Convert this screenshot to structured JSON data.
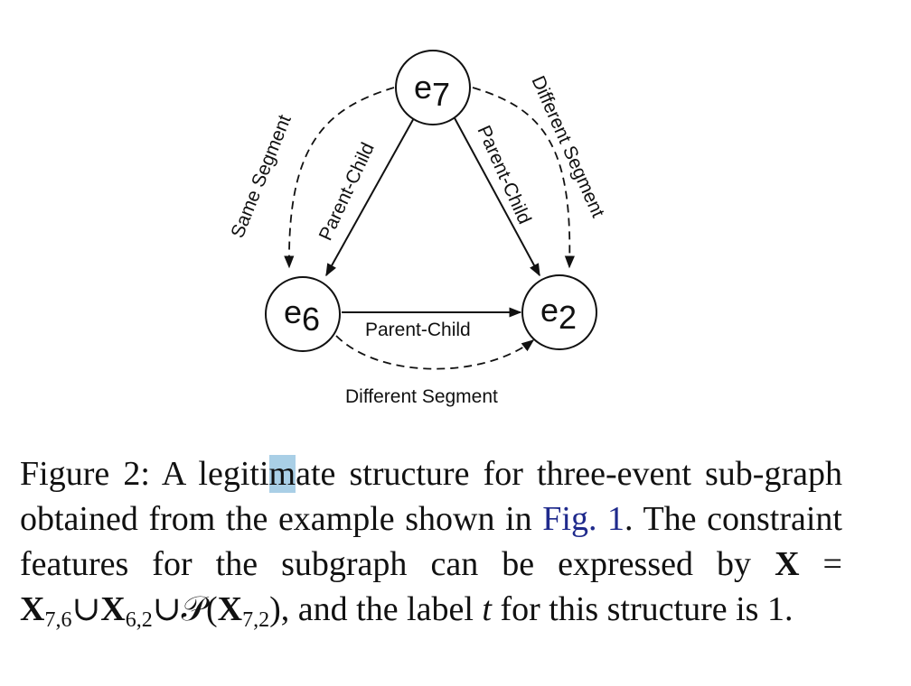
{
  "diagram": {
    "nodes": [
      {
        "id": "e7",
        "letter": "e",
        "sub": "7"
      },
      {
        "id": "e6",
        "letter": "e",
        "sub": "6"
      },
      {
        "id": "e2",
        "letter": "e",
        "sub": "2"
      }
    ],
    "edge_labels": {
      "same_segment_left": "Same Segment",
      "parent_child_left": "Parent-Child",
      "parent_child_right": "Parent-Child",
      "different_segment_right": "Different Segment",
      "parent_child_bottom": "Parent-Child",
      "different_segment_bottom": "Different Segment"
    }
  },
  "caption": {
    "prefix": "Figure 2:",
    "text_a": " A legiti",
    "highlight": "m",
    "text_b": "ate structure for three-event sub-graph obtained from the example shown in ",
    "figref": "Fig. 1",
    "text_c": ". The constraint features for the subgraph can be expressed by ",
    "math_X": "X",
    "math_eq": " = ",
    "math_X76": "X",
    "sub_76": "7,6",
    "math_union1": "∪",
    "math_X62": "X",
    "sub_62": "6,2",
    "math_union2": "∪",
    "math_P": "𝒫",
    "math_open": "(",
    "math_X72": "X",
    "sub_72": "7,2",
    "math_close": ")",
    "text_d": ", and the label ",
    "math_t": "t",
    "text_e": " for this structure is 1."
  }
}
